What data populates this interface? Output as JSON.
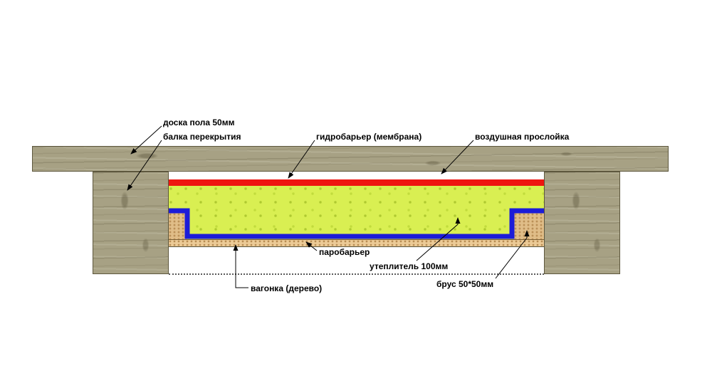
{
  "diagram": {
    "title": "floor insulation cross-section",
    "labels": {
      "floor_board": "доска пола 50мм",
      "beam": "балка перекрытия",
      "hydro_barrier": "гидробарьер (мембрана)",
      "air_gap": "воздушная прослойка",
      "vapor_barrier": "паробарьер",
      "insulation": "утеплитель 100мм",
      "lining": "вагонка (дерево)",
      "brus": "брус 50*50мм"
    },
    "colors": {
      "wood": "#a7a184",
      "hydro_barrier": "#ee1510",
      "vapor_barrier": "#1c1cd8",
      "insulation": "#d9ef52",
      "lining": "#eccb97",
      "brus": "#e0bd88"
    }
  }
}
